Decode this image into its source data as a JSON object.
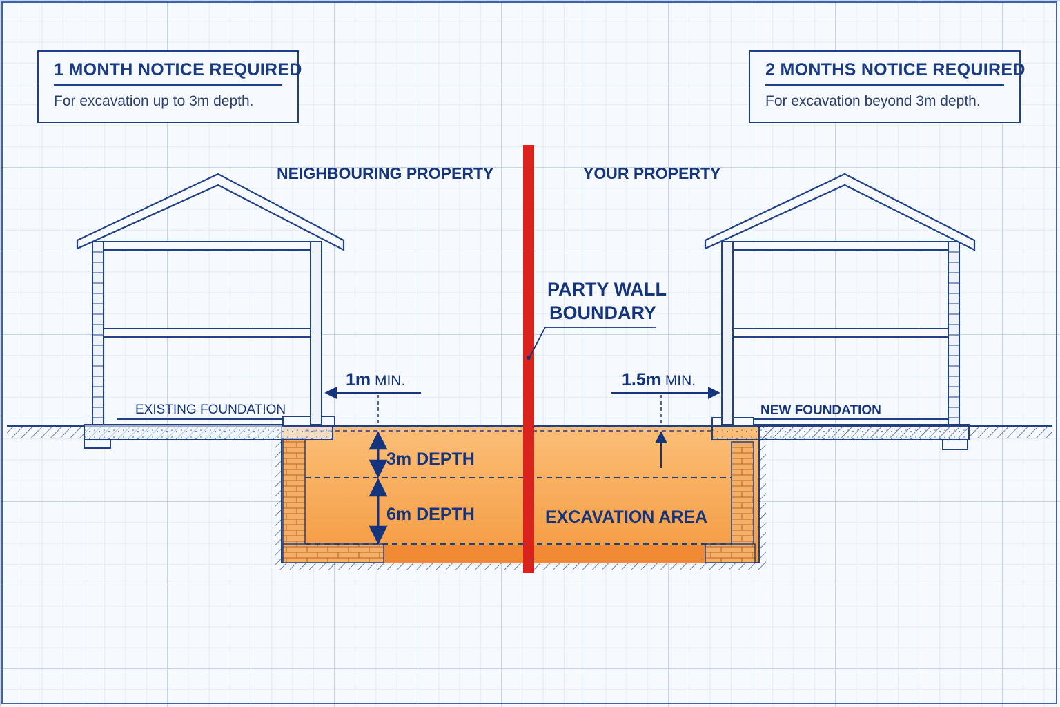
{
  "notices": {
    "left": {
      "title": "1 MONTH NOTICE REQUIRED",
      "body": "For excavation up to 3m depth."
    },
    "right": {
      "title": "2 MONTHS NOTICE REQUIRED",
      "body": "For excavation beyond 3m depth."
    }
  },
  "labels": {
    "neighbouring_property": "NEIGHBOURING PROPERTY",
    "your_property": "YOUR PROPERTY",
    "party_wall_line1": "PARTY WALL",
    "party_wall_line2": "BOUNDARY",
    "existing_foundation": "EXISTING FOUNDATION",
    "new_foundation": "NEW FOUNDATION",
    "excavation_area": "EXCAVATION AREA",
    "depth_3m": "3m DEPTH",
    "depth_6m": "6m DEPTH",
    "min_left_value": "1m",
    "min_left_suffix": " MIN.",
    "min_right_value": "1.5m",
    "min_right_suffix": " MIN."
  },
  "colors": {
    "ink": "#1a3a82",
    "boundary": "#d8241c",
    "excavation": "#f7a24a",
    "brick": "#f3b066"
  }
}
